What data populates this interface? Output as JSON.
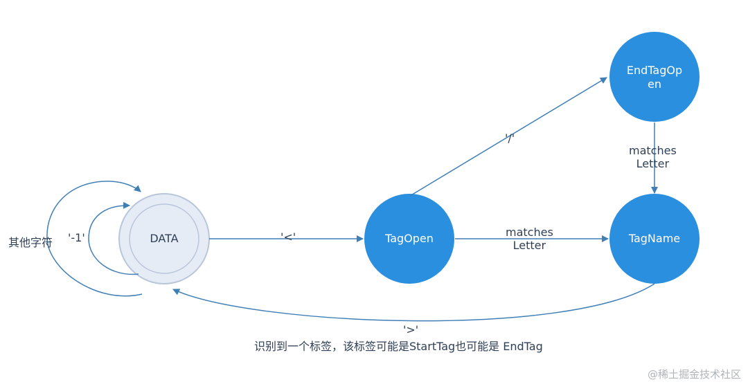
{
  "nodes": {
    "data": "DATA",
    "tag_open": "TagOpen",
    "end_tag_open": "EndTagOp\nen",
    "tag_name": "TagName"
  },
  "edges": {
    "other_chars": "其他字符",
    "minus_one": "'-1'",
    "lt": "'<'",
    "slash": "'/'",
    "matches_letter_1": "matches\nLetter",
    "matches_letter_2": "matches\nLetter",
    "gt": "'>'"
  },
  "caption": "识别到一个标签，该标签可能是StartTag也可能是 EndTag",
  "watermark": "@稀土掘金技术社区",
  "colors": {
    "node_fill": "#2a8fde",
    "data_fill": "#e6ecf6",
    "data_stroke": "#b9c6d9",
    "edge": "#3f7fb6"
  }
}
